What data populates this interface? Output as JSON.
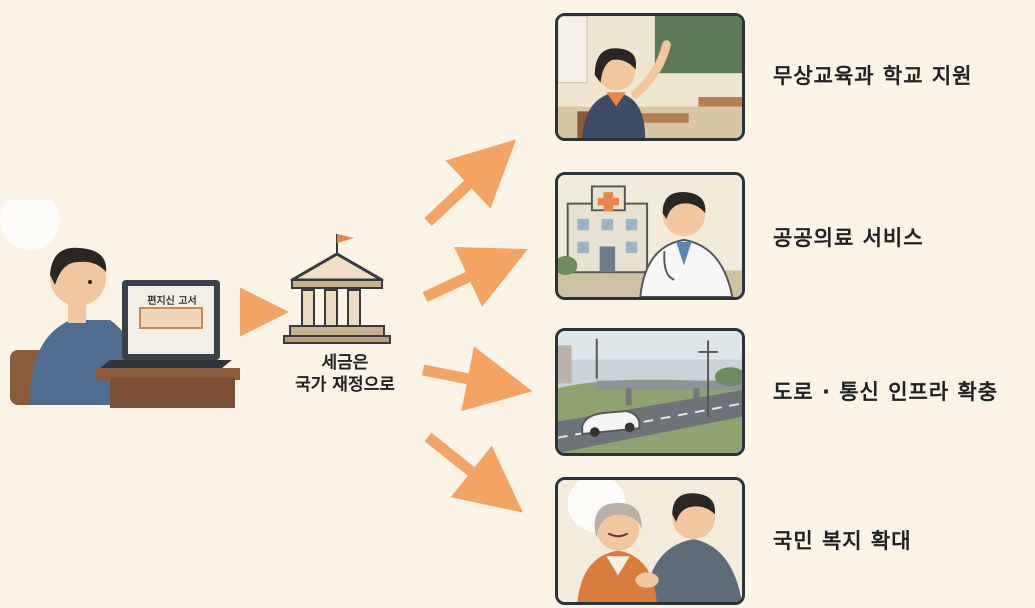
{
  "laptop_screen_text": "편지신 고서",
  "center": {
    "line1": "세금은",
    "line2": "국가 재정으로"
  },
  "targets": [
    {
      "label": "무상교육과 학교 지원",
      "icon": "student-icon"
    },
    {
      "label": "공공의료 서비스",
      "icon": "doctor-hospital-icon"
    },
    {
      "label": "도로 · 통신 인프라 확충",
      "icon": "road-infrastructure-icon"
    },
    {
      "label": "국민 복지 확대",
      "icon": "welfare-family-icon"
    }
  ],
  "colors": {
    "background": "#fbf3e6",
    "arrow": "#f4a462",
    "panel_border": "#2b3238"
  }
}
